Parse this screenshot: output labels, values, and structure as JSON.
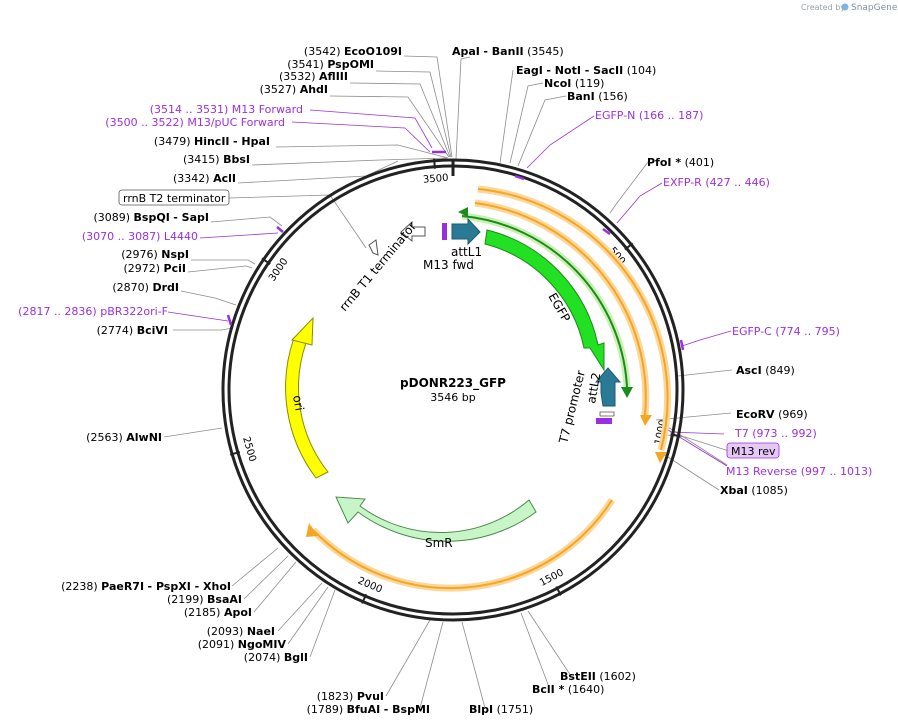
{
  "credit": {
    "prefix": "Created by",
    "brand": "SnapGene"
  },
  "plasmid": {
    "name": "pDONR223_GFP",
    "size": "3546 bp"
  },
  "colors": {
    "backbone": "#222222",
    "egfp": "#22e022",
    "egfp_outline": "#1a8c1a",
    "ori": "#ffff00",
    "ori_outline": "#8c8c00",
    "smr": "#c8f5c8",
    "smr_outline": "#4a8a4a",
    "att": "#2a7a96",
    "orf": "#f5a623",
    "orf_glow": "#fbd79a",
    "primer": "#9b2fe0",
    "text": "#000000"
  },
  "ticks": [
    {
      "label": "500",
      "pos": 500
    },
    {
      "label": "1000",
      "pos": 1000
    },
    {
      "label": "1500",
      "pos": 1500
    },
    {
      "label": "2000",
      "pos": 2000
    },
    {
      "label": "2500",
      "pos": 2500
    },
    {
      "label": "3000",
      "pos": 3000
    },
    {
      "label": "3500",
      "pos": 3500
    }
  ],
  "features": {
    "egfp": "EGFP",
    "ori": "ori",
    "smr": "SmR",
    "attL1": "attL1",
    "attL2": "attL2",
    "m13fwd": "M13 fwd",
    "t7promoter": "T7 promoter",
    "rrnbT1": "rrnB T1 terminator",
    "rrnbT2": "rrnB T2 terminator",
    "m13rev": "M13 rev"
  },
  "sites": [
    {
      "pos": "(3542)",
      "name": "EcoO109I"
    },
    {
      "pos": "(3541)",
      "name": "PspOMI"
    },
    {
      "pos": "(3532)",
      "name": "AflIII"
    },
    {
      "pos": "(3527)",
      "name": "AhdI"
    },
    {
      "pos": "(3479)",
      "name": "HincII",
      "extra": "- HpaI"
    },
    {
      "pos": "(3415)",
      "name": "BbsI"
    },
    {
      "pos": "(3342)",
      "name": "AclI"
    },
    {
      "pos": "(3089)",
      "name": "BspQI",
      "extra": "- SapI"
    },
    {
      "pos": "(2976)",
      "name": "NspI"
    },
    {
      "pos": "(2972)",
      "name": "PciI"
    },
    {
      "pos": "(2870)",
      "name": "DrdI"
    },
    {
      "pos": "(2774)",
      "name": "BciVI"
    },
    {
      "pos": "(2563)",
      "name": "AlwNI"
    },
    {
      "pos": "(2238)",
      "name": "PaeR7I",
      "extra": "- PspXI - XhoI"
    },
    {
      "pos": "(2199)",
      "name": "BsaAI"
    },
    {
      "pos": "(2185)",
      "name": "ApoI"
    },
    {
      "pos": "(2093)",
      "name": "NaeI"
    },
    {
      "pos": "(2091)",
      "name": "NgoMIV"
    },
    {
      "pos": "(2074)",
      "name": "BglI"
    },
    {
      "pos": "(1823)",
      "name": "PvuI"
    },
    {
      "pos": "(1789)",
      "name": "BfuAI",
      "extra": "- BspMI"
    },
    {
      "name": "BlpI",
      "pos": "(1751)"
    },
    {
      "name": "BclI *",
      "pos": "(1640)"
    },
    {
      "name": "BstEII",
      "pos": "(1602)"
    },
    {
      "name": "XbaI",
      "pos": "(1085)"
    },
    {
      "name": "EcoRV",
      "pos": "(969)"
    },
    {
      "name": "AscI",
      "pos": "(849)"
    },
    {
      "name": "PfoI *",
      "pos": "(401)"
    },
    {
      "name": "BanI",
      "pos": "(156)"
    },
    {
      "name": "NcoI",
      "pos": "(119)"
    },
    {
      "name": "EagI",
      "extra": "- NotI - SacII",
      "pos": "(104)"
    },
    {
      "name": "ApaI",
      "extra": "- BanII",
      "pos": "(3545)"
    }
  ],
  "primers": [
    {
      "range": "(3514 .. 3531)",
      "name": "M13 Forward"
    },
    {
      "range": "(3500 .. 3522)",
      "name": "M13/pUC Forward"
    },
    {
      "range": "(3070 .. 3087)",
      "name": "L4440"
    },
    {
      "range": "(2817 .. 2836)",
      "name": "pBR322ori-F"
    },
    {
      "name": "EGFP-N",
      "range": "(166 .. 187)"
    },
    {
      "name": "EXFP-R",
      "range": "(427 .. 446)"
    },
    {
      "name": "EGFP-C",
      "range": "(774 .. 795)"
    },
    {
      "name": "T7",
      "range": "(973 .. 992)"
    },
    {
      "name": "M13 Reverse",
      "range": "(997 .. 1013)"
    }
  ]
}
